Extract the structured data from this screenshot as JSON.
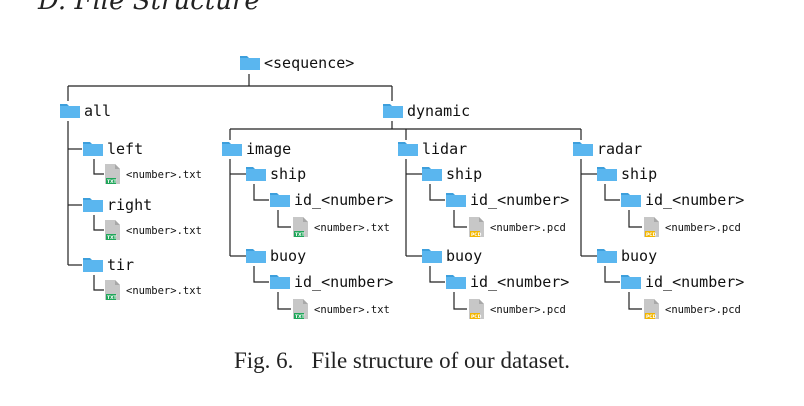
{
  "heading": "D. File Structure",
  "caption": {
    "label": "Fig. 6.",
    "text": "File structure of our dataset."
  },
  "colors": {
    "folder": "#5ab6ef",
    "folder_tab": "#3d9fdc",
    "file": "#c7c7c7",
    "txt_badge": "#20a65a",
    "pcd_badge": "#f2b600",
    "line": "#222222"
  },
  "tree": {
    "root": "<sequence>",
    "all": "all",
    "dynamic": "dynamic",
    "all_children": [
      {
        "name": "left",
        "file": "<number>.txt",
        "badge": "TXT"
      },
      {
        "name": "right",
        "file": "<number>.txt",
        "badge": "TXT"
      },
      {
        "name": "tir",
        "file": "<number>.txt",
        "badge": "TXT"
      }
    ],
    "sensors": [
      {
        "name": "image",
        "classes": [
          {
            "name": "ship",
            "id": "id_<number>",
            "file": "<number>.txt",
            "badge": "TXT"
          },
          {
            "name": "buoy",
            "id": "id_<number>",
            "file": "<number>.txt",
            "badge": "TXT"
          }
        ]
      },
      {
        "name": "lidar",
        "classes": [
          {
            "name": "ship",
            "id": "id_<number>",
            "file": "<number>.pcd",
            "badge": "PCD"
          },
          {
            "name": "buoy",
            "id": "id_<number>",
            "file": "<number>.pcd",
            "badge": "PCD"
          }
        ]
      },
      {
        "name": "radar",
        "classes": [
          {
            "name": "ship",
            "id": "id_<number>",
            "file": "<number>.pcd",
            "badge": "PCD"
          },
          {
            "name": "buoy",
            "id": "id_<number>",
            "file": "<number>.pcd",
            "badge": "PCD"
          }
        ]
      }
    ]
  }
}
